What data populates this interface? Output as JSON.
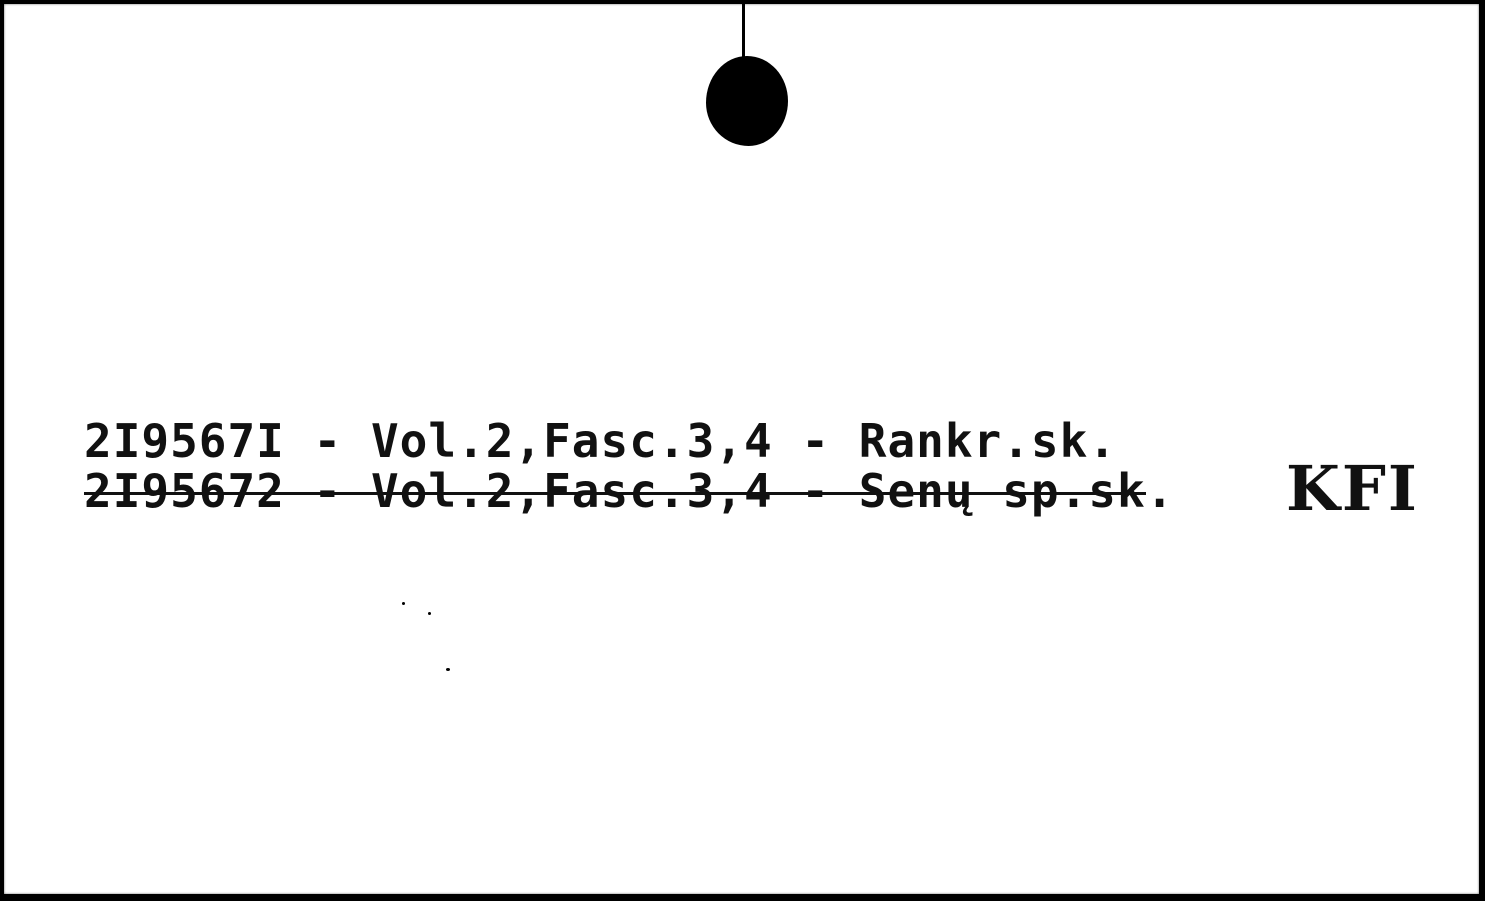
{
  "card": {
    "line1": "2I9567I - Vol.2,Fasc.3,4 - Rankr.sk.",
    "line2_struck": "2I95672 - Vol.2,Fasc.3,4 - Senų sp.sk",
    "line2_tail": ".",
    "stamp": "KFI"
  }
}
